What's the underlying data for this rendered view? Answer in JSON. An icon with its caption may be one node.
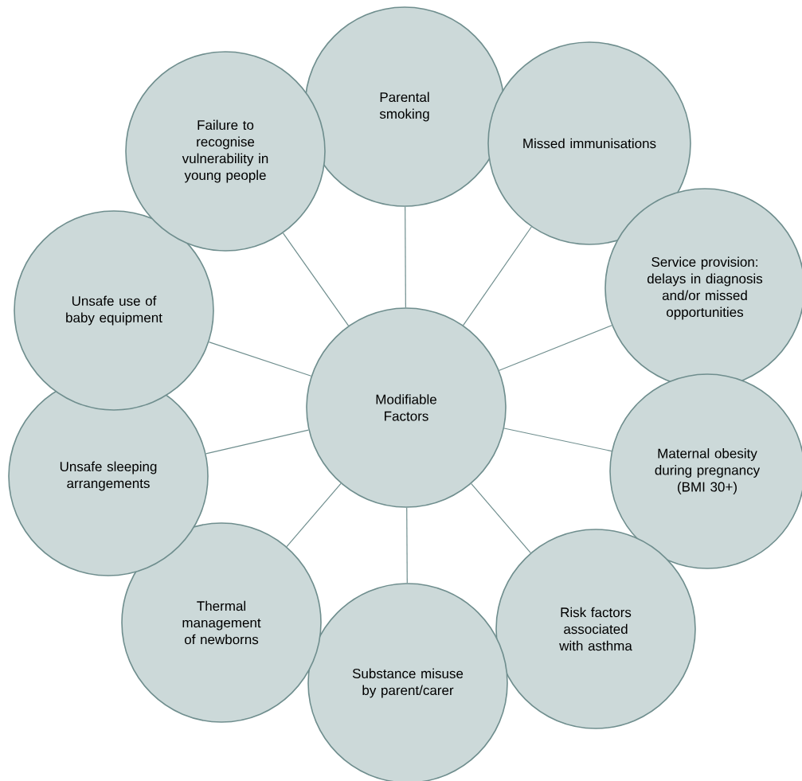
{
  "diagram": {
    "nodes": [
      {
        "text": [
          "Modifiable Factors"
        ]
      },
      {
        "text": [
          "Parental smoking"
        ]
      },
      {
        "text": [
          "Missed immunisations"
        ]
      },
      {
        "text": [
          "Service provision: delays in diagnosis and/or missed opportunities"
        ]
      },
      {
        "text": [
          "Maternal obesity during pregnancy (BMI 30+)"
        ]
      },
      {
        "text": [
          "Risk factors associated with asthma"
        ]
      },
      {
        "text": [
          "Substance misuse by parent/carer"
        ]
      },
      {
        "text": [
          "Thermal management of newborns"
        ]
      },
      {
        "text": [
          "Unsafe sleeping arrangements"
        ]
      },
      {
        "text": [
          "Unsafe use of baby equipment"
        ]
      },
      {
        "text": [
          "Failure to recognise vulnerability in young people"
        ]
      }
    ],
    "edges": [
      {
        "from": 0,
        "to": 1,
        "arrow": "none"
      },
      {
        "from": 0,
        "to": 2,
        "arrow": "none"
      },
      {
        "from": 0,
        "to": 3,
        "arrow": "none"
      },
      {
        "from": 0,
        "to": 4,
        "arrow": "none"
      },
      {
        "from": 0,
        "to": 5,
        "arrow": "none"
      },
      {
        "from": 0,
        "to": 6,
        "arrow": "none"
      },
      {
        "from": 0,
        "to": 7,
        "arrow": "none"
      },
      {
        "from": 0,
        "to": 8,
        "arrow": "none"
      },
      {
        "from": 0,
        "to": 9,
        "arrow": "none"
      },
      {
        "from": 0,
        "to": 10,
        "arrow": "none"
      }
    ]
  }
}
